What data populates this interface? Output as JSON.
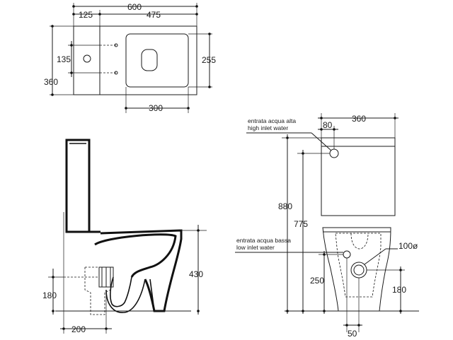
{
  "top_view": {
    "dim_total_width": "600",
    "dim_cistern_depth": "125",
    "dim_bowl_length": "475",
    "dim_total_depth": "360",
    "dim_hole_spacing": "135",
    "dim_bowl_width": "255",
    "dim_bowl_span": "300"
  },
  "side_view": {
    "dim_outlet_height": "180",
    "dim_bowl_height": "430",
    "dim_outlet_offset": "200"
  },
  "front_view": {
    "dim_tank_width": "360",
    "dim_high_inlet_offset": "80",
    "dim_total_height": "880",
    "dim_high_inlet_height": "775",
    "dim_low_inlet_height": "250",
    "dim_outlet_diameter": "100ø",
    "dim_outlet_height": "180",
    "dim_low_inlet_offset": "50",
    "label_high_inlet_it": "entrata acqua alta",
    "label_high_inlet_en": "high inlet water",
    "label_low_inlet_it": "entrata acqua bassa",
    "label_low_inlet_en": "low inlet water"
  }
}
